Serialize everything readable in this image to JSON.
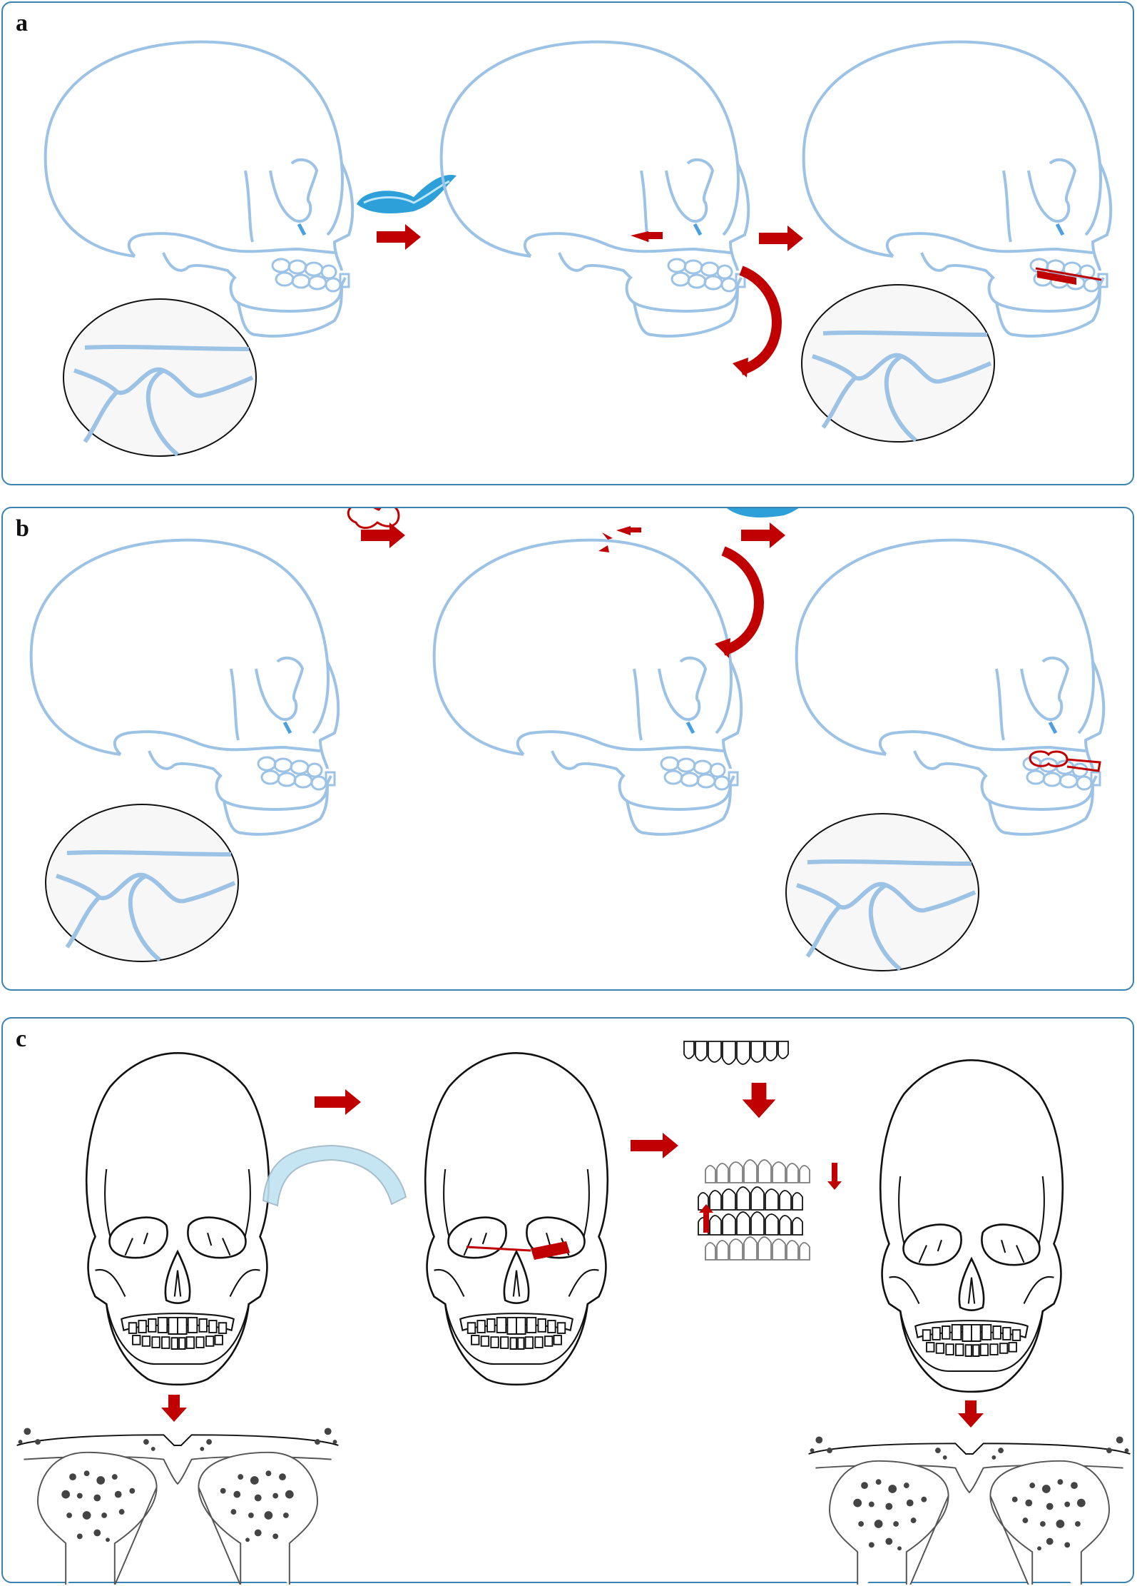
{
  "panels": {
    "a": {
      "label": "a"
    },
    "b": {
      "label": "b"
    },
    "c": {
      "label": "c"
    }
  },
  "colors": {
    "skull_outline": "#9cc3e6",
    "arrow": "#c00000",
    "panel_border": "#3a82b0",
    "splint": "#2d9fd9",
    "line_art": "#111111",
    "trabecular": "#555555"
  }
}
